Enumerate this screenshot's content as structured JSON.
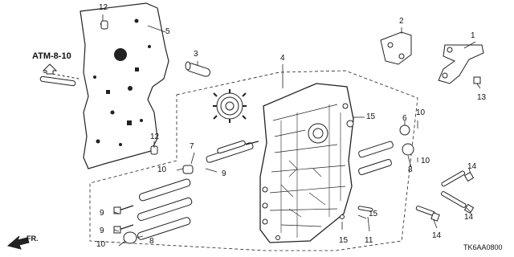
{
  "reference": "ATM-8-10",
  "front_label": "FR.",
  "diagram_code": "TK6AA0800",
  "callouts": [
    {
      "id": "c1",
      "text": "1"
    },
    {
      "id": "c2",
      "text": "2"
    },
    {
      "id": "c3",
      "text": "3"
    },
    {
      "id": "c4",
      "text": "4"
    },
    {
      "id": "c5",
      "text": "5"
    },
    {
      "id": "c6",
      "text": "6"
    },
    {
      "id": "c7",
      "text": "7"
    },
    {
      "id": "c8a",
      "text": "8"
    },
    {
      "id": "c8b",
      "text": "8"
    },
    {
      "id": "c9a",
      "text": "9"
    },
    {
      "id": "c9b",
      "text": "9"
    },
    {
      "id": "c9c",
      "text": "9"
    },
    {
      "id": "c10a",
      "text": "10"
    },
    {
      "id": "c10b",
      "text": "10"
    },
    {
      "id": "c10c",
      "text": "10"
    },
    {
      "id": "c10d",
      "text": "10"
    },
    {
      "id": "c11",
      "text": "11"
    },
    {
      "id": "c12a",
      "text": "12"
    },
    {
      "id": "c12b",
      "text": "12"
    },
    {
      "id": "c13",
      "text": "13"
    },
    {
      "id": "c14a",
      "text": "14"
    },
    {
      "id": "c14b",
      "text": "14"
    },
    {
      "id": "c14c",
      "text": "14"
    },
    {
      "id": "c15a",
      "text": "15"
    },
    {
      "id": "c15b",
      "text": "15"
    },
    {
      "id": "c15c",
      "text": "15"
    }
  ]
}
